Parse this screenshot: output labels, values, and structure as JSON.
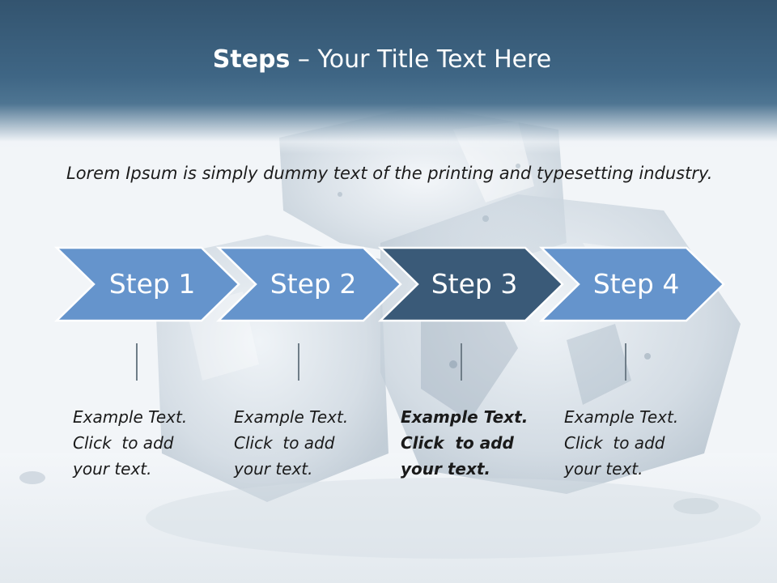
{
  "slide": {
    "title_bold": "Steps",
    "title_rest": "  – Your Title Text Here",
    "intro": "Lorem Ipsum is simply dummy text of the printing and typesetting industry."
  },
  "steps": [
    {
      "label": "Step 1",
      "lines": [
        "Example Text.",
        "Click  to add",
        "your text."
      ],
      "highlighted": false
    },
    {
      "label": "Step 2",
      "lines": [
        "Example Text.",
        "Click  to add",
        "your text."
      ],
      "highlighted": false
    },
    {
      "label": "Step 3",
      "lines": [
        "Example Text.",
        "Click  to add",
        "your text."
      ],
      "highlighted": true
    },
    {
      "label": "Step 4",
      "lines": [
        "Example Text.",
        "Click  to add",
        "your text."
      ],
      "highlighted": false
    }
  ],
  "colors": {
    "step_fill": "#6594cc",
    "step_fill_active": "#3a5a78",
    "step_stroke": "#ffffff",
    "header": "#3b5f7d"
  }
}
